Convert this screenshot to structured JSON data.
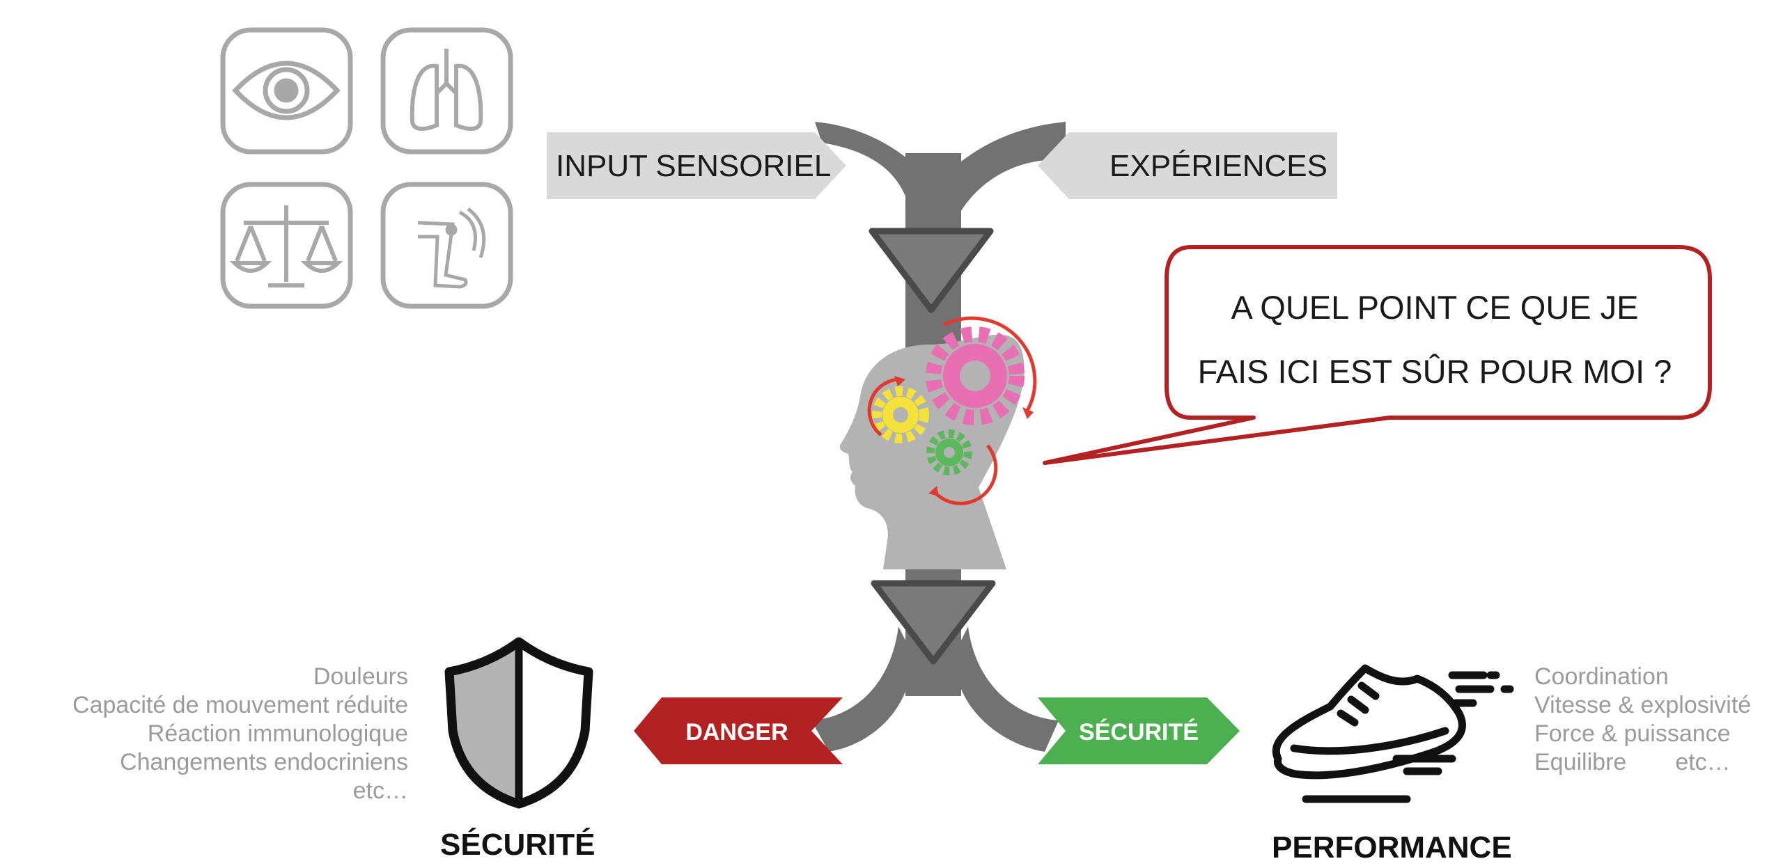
{
  "inputs": {
    "left_label": "INPUT SENSORIEL",
    "right_label": "EXPÉRIENCES"
  },
  "sense_icons": [
    "eye-icon",
    "lungs-icon",
    "balance-scale-icon",
    "knee-joint-icon"
  ],
  "question_bubble": {
    "line1": "A QUEL POINT CE QUE JE",
    "line2": "FAIS ICI EST SÛR POUR MOI ?"
  },
  "outputs": {
    "danger": {
      "label": "DANGER",
      "color": "#b22222"
    },
    "safety": {
      "label": "SÉCURITÉ",
      "color": "#4caf50"
    }
  },
  "danger_effects": {
    "items": [
      "Douleurs",
      "Capacité de mouvement réduite",
      "Réaction immunologique",
      "Changements endocriniens",
      "etc…"
    ],
    "title": "SÉCURITÉ"
  },
  "performance_effects": {
    "items": [
      "Coordination",
      "Vitesse & explosivité",
      "Force & puissance"
    ],
    "last_item": "Equilibre",
    "last_etc": "etc…",
    "title": "PERFORMANCE"
  },
  "colors": {
    "flow": "#727272",
    "triangle_fill": "#7a7a7a",
    "triangle_stroke": "#4a4a4a",
    "input_tag": "#d9d9d9",
    "bubble_border": "#b22222",
    "icon_gray": "#a8a8a8",
    "head": "#b3b3b3",
    "gear_pink": "#e76fb2",
    "gear_yellow": "#f2e23a",
    "gear_green": "#5cb85c",
    "arrow_red": "#e03a2f"
  }
}
